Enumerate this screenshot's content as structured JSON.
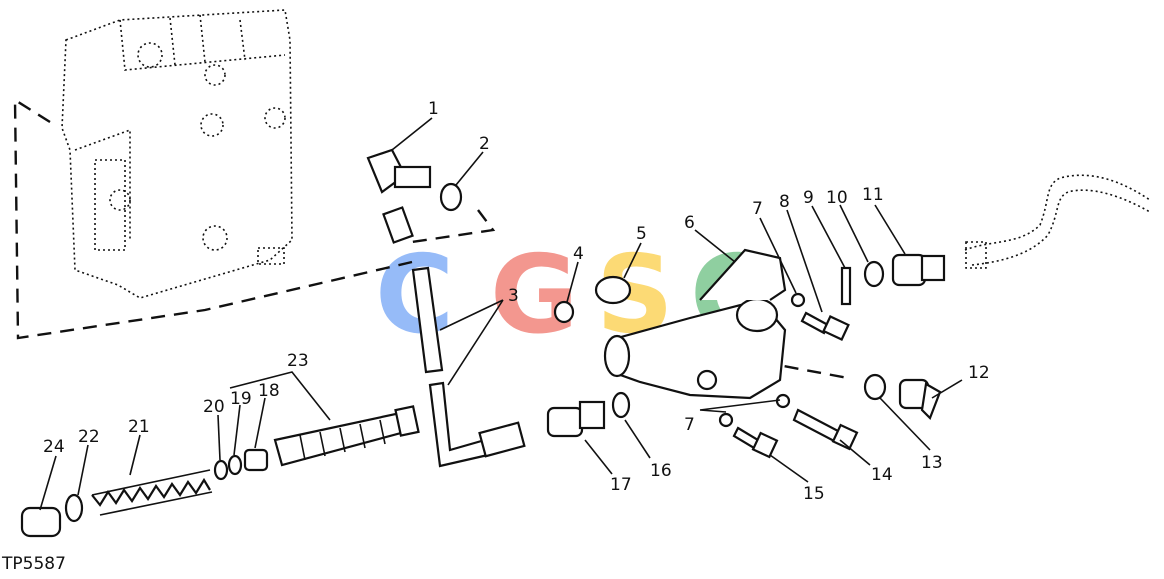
{
  "diagram": {
    "figure_code": "TP5587",
    "callouts": [
      "1",
      "2",
      "3",
      "4",
      "5",
      "6",
      "7",
      "8",
      "9",
      "10",
      "11",
      "12",
      "13",
      "14",
      "15",
      "16",
      "17",
      "18",
      "19",
      "20",
      "21",
      "22",
      "23",
      "24"
    ],
    "watermark": {
      "letters": [
        "C",
        "G",
        "S",
        "C"
      ],
      "colors": [
        "#4285f4",
        "#ea4335",
        "#fbbc05",
        "#34a853"
      ]
    }
  }
}
